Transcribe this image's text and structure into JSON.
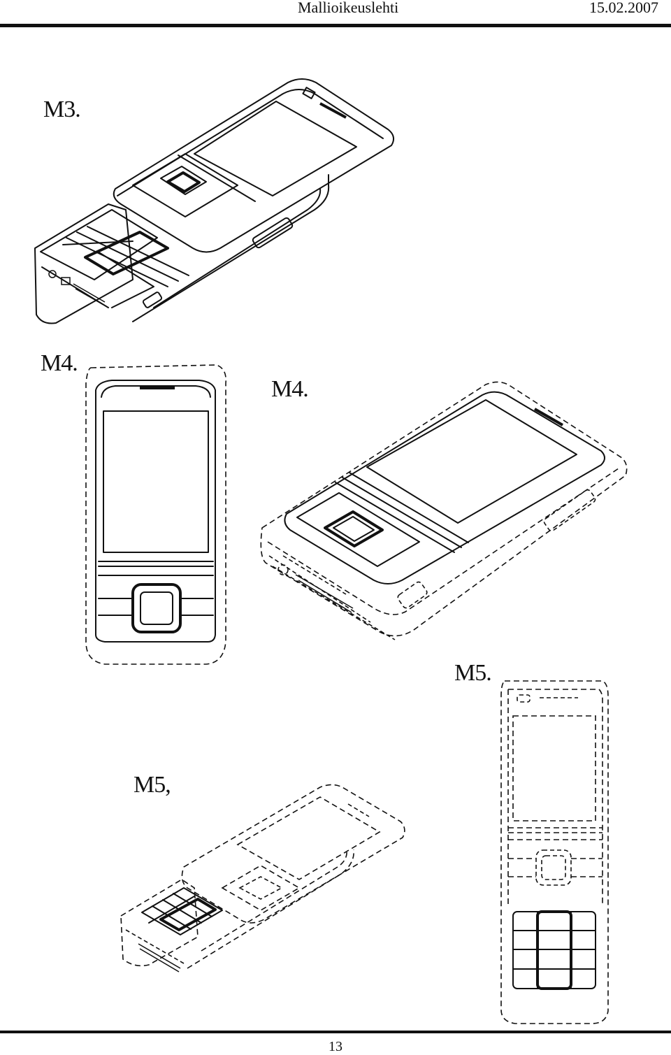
{
  "header": {
    "title": "Mallioikeuslehti",
    "date": "15.02.2007"
  },
  "figures": {
    "m3_label": "M3.",
    "m4_front_label": "M4.",
    "m4_persp_label": "M4.",
    "m5_front_label": "M5.",
    "m5_persp_label": "M5,"
  },
  "footer": {
    "page_number": "13"
  }
}
